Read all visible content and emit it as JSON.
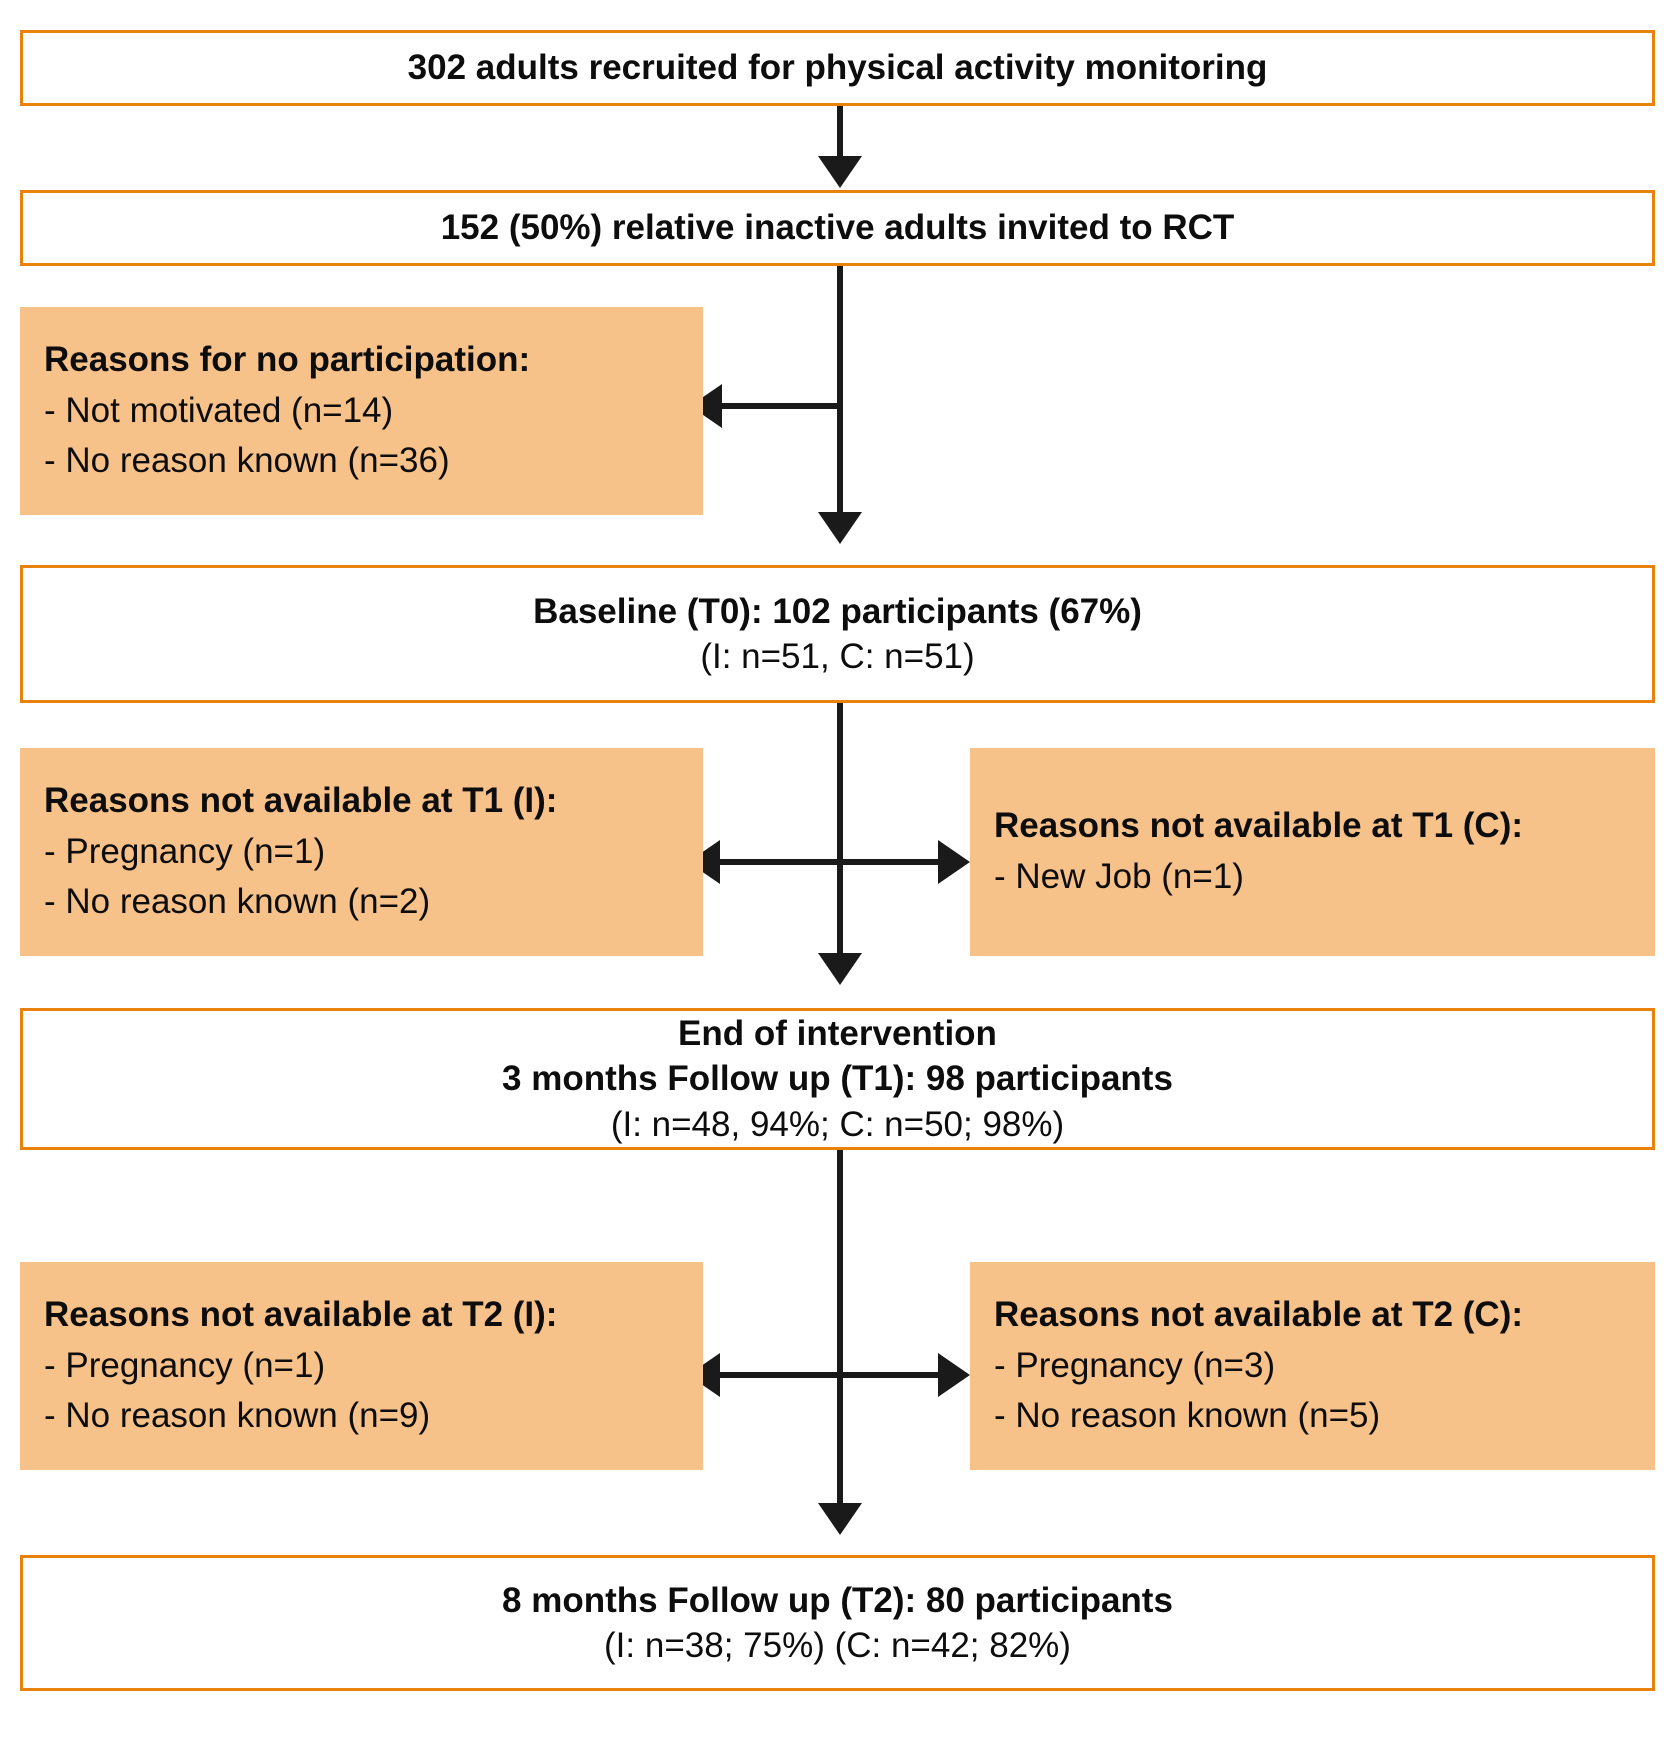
{
  "diagram": {
    "title": "CONSORT-style participant flow diagram",
    "colors": {
      "box_border": "#E8820C",
      "box_fill_white": "#FFFFFF",
      "reason_box_fill": "#F7C18A",
      "arrow": "#1A1A1A",
      "text": "#0D0D0D"
    },
    "nodes": {
      "recruited": {
        "lines": [
          {
            "text": "302 adults recruited for physical activity monitoring",
            "weight": "bold"
          }
        ]
      },
      "invited": {
        "lines": [
          {
            "text": "152 (50%) relative inactive adults invited to RCT",
            "weight": "bold"
          }
        ]
      },
      "no_participation": {
        "heading": "Reasons for no participation:",
        "items": [
          "- Not motivated (n=14)",
          "- No reason known (n=36)"
        ]
      },
      "baseline": {
        "lines": [
          {
            "text": "Baseline (T0): 102 participants (67%)",
            "weight": "bold"
          },
          {
            "text": "(I: n=51, C: n=51)",
            "weight": "regular"
          }
        ]
      },
      "t1_intervention_reasons": {
        "heading": "Reasons not available at T1 (I):",
        "items": [
          "- Pregnancy (n=1)",
          "- No reason known (n=2)"
        ]
      },
      "t1_control_reasons": {
        "heading": "Reasons not available at T1 (C):",
        "items": [
          "- New Job (n=1)"
        ]
      },
      "end_of_intervention": {
        "lines": [
          {
            "text": "End of intervention",
            "weight": "bold"
          },
          {
            "text": "3 months Follow up (T1): 98 participants",
            "weight": "bold"
          },
          {
            "text": "(I: n=48, 94%; C: n=50; 98%)",
            "weight": "regular"
          }
        ]
      },
      "t2_intervention_reasons": {
        "heading": "Reasons not available at T2 (I):",
        "items": [
          "- Pregnancy (n=1)",
          "- No reason known (n=9)"
        ]
      },
      "t2_control_reasons": {
        "heading": "Reasons not available at T2 (C):",
        "items": [
          "- Pregnancy (n=3)",
          "- No reason known (n=5)"
        ]
      },
      "t2_followup": {
        "lines": [
          {
            "text": "8 months Follow up (T2): 80 participants",
            "weight": "bold"
          },
          {
            "text": "(I: n=38; 75%) (C: n=42; 82%)",
            "weight": "regular"
          }
        ]
      }
    }
  },
  "chart_data": {
    "type": "flowchart",
    "title": "Participant flow through the physical activity RCT",
    "stages": [
      {
        "label": "302 adults recruited for physical activity monitoring",
        "n": 302
      },
      {
        "label": "152 (50%) relative inactive adults invited to RCT",
        "n": 152,
        "percent": 50
      },
      {
        "label": "Baseline (T0): 102 participants (67%)",
        "n": 102,
        "percent": 67,
        "intervention_n": 51,
        "control_n": 51
      },
      {
        "label": "3 months Follow up (T1): 98 participants",
        "n": 98,
        "intervention_n": 48,
        "intervention_percent": 94,
        "control_n": 50,
        "control_percent": 98
      },
      {
        "label": "8 months Follow up (T2): 80 participants",
        "n": 80,
        "intervention_n": 38,
        "intervention_percent": 75,
        "control_n": 42,
        "control_percent": 82
      }
    ],
    "exclusions": [
      {
        "stage": "invited-to-baseline",
        "reasons": [
          {
            "reason": "Not motivated",
            "n": 14
          },
          {
            "reason": "No reason known",
            "n": 36
          }
        ]
      },
      {
        "stage": "T1 (I)",
        "reasons": [
          {
            "reason": "Pregnancy",
            "n": 1
          },
          {
            "reason": "No reason known",
            "n": 2
          }
        ]
      },
      {
        "stage": "T1 (C)",
        "reasons": [
          {
            "reason": "New Job",
            "n": 1
          }
        ]
      },
      {
        "stage": "T2 (I)",
        "reasons": [
          {
            "reason": "Pregnancy",
            "n": 1
          },
          {
            "reason": "No reason known",
            "n": 9
          }
        ]
      },
      {
        "stage": "T2 (C)",
        "reasons": [
          {
            "reason": "Pregnancy",
            "n": 3
          },
          {
            "reason": "No reason known",
            "n": 5
          }
        ]
      }
    ]
  }
}
